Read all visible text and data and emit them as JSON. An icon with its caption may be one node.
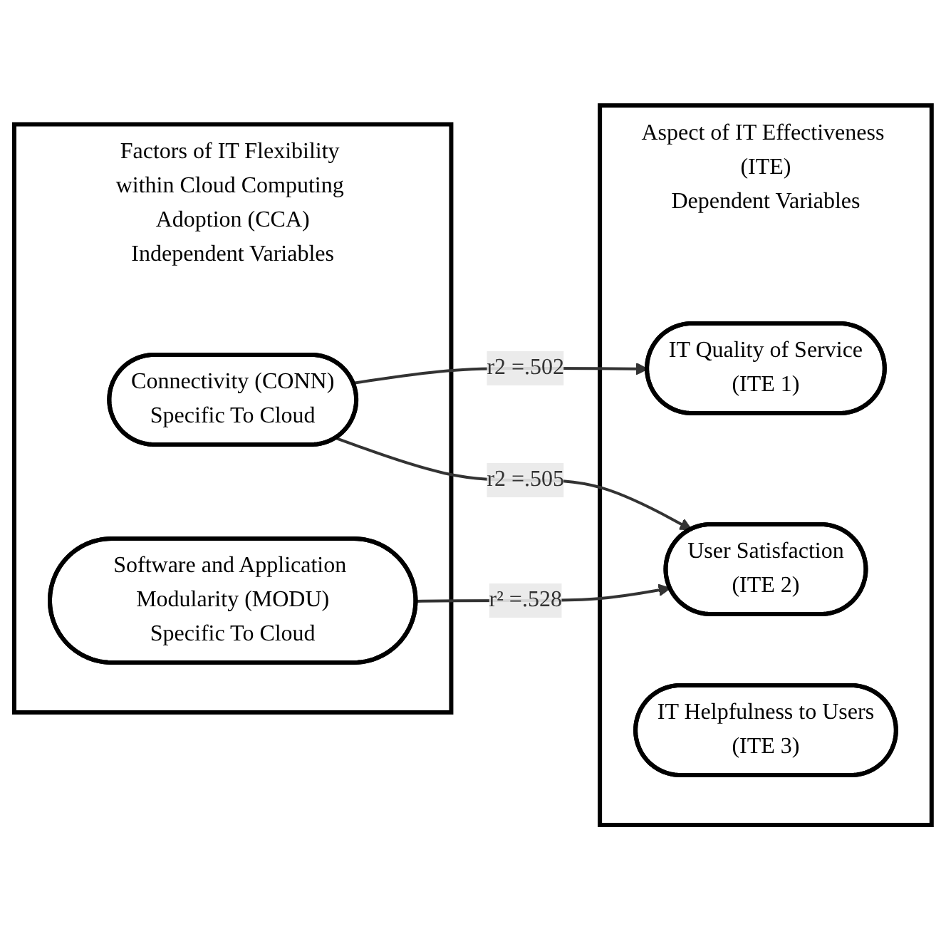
{
  "diagram": {
    "nodes": [
      {
        "text": [
          "Factors of IT Flexibility within Cloud Computing Adoption (CCA)",
          "Independent Variables"
        ]
      },
      {
        "text": [
          "Connectivity (CONN)",
          "Specific To Cloud"
        ],
        "in": 0
      },
      {
        "text": [
          "Software and Application Modularity (MODU)",
          "Specific To Cloud"
        ],
        "in": 0
      },
      {
        "text": [
          "Aspect of IT Effectiveness (ITE)",
          "Dependent Variables"
        ]
      },
      {
        "text": [
          "IT Quality of Service",
          "(ITE 1)"
        ],
        "in": 3
      },
      {
        "text": [
          "User Satisfaction",
          "(ITE 2)"
        ],
        "in": 3
      },
      {
        "text": [
          "IT Helpfulness to Users",
          "(ITE 3)"
        ],
        "in": 3
      }
    ],
    "edges": [
      {
        "from": 1,
        "to": 4,
        "arrow": "to",
        "label": "r2 =.502"
      },
      {
        "from": 1,
        "to": 5,
        "arrow": "to",
        "label": "r2 =.505"
      },
      {
        "from": 2,
        "to": 5,
        "arrow": "to",
        "label": "r² =.528"
      }
    ]
  }
}
